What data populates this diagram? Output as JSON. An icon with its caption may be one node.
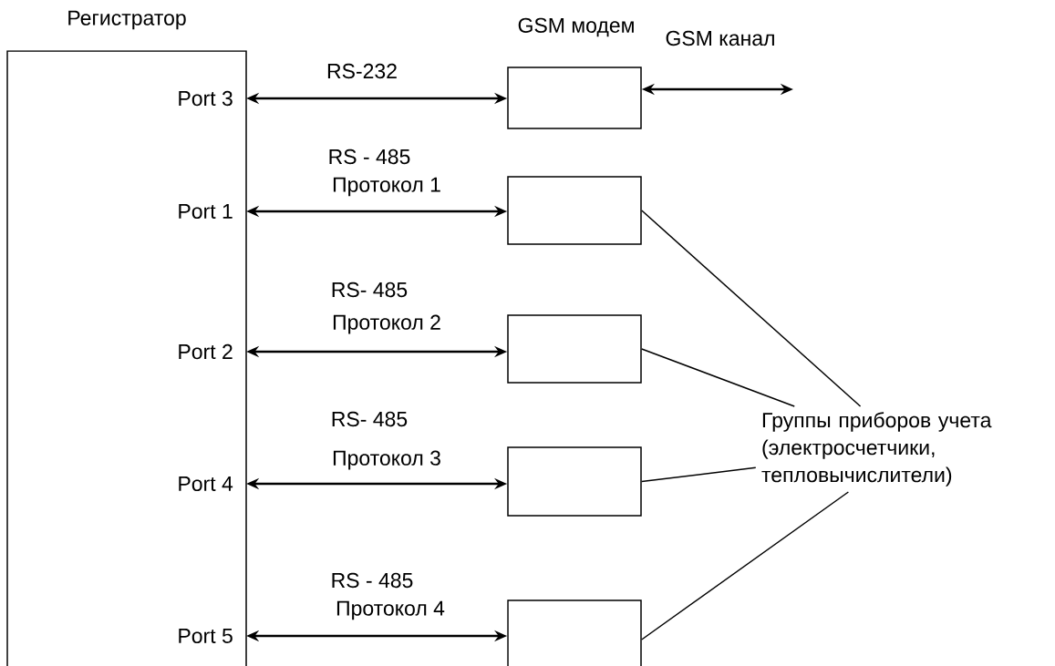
{
  "diagram": {
    "nodes": [
      {
        "text": [
          "Регистратор"
        ]
      },
      {
        "text": [
          "Port 3"
        ],
        "in": 0
      },
      {
        "text": [
          "GSM  модем"
        ]
      },
      {
        "text": [
          "Port 1"
        ],
        "in": 0
      },
      {
        "text": [],
        "shape": "box"
      },
      {
        "text": [
          "Port 2"
        ],
        "in": 0
      },
      {
        "text": [],
        "shape": "box"
      },
      {
        "text": [
          "Port 4"
        ],
        "in": 0
      },
      {
        "text": [],
        "shape": "box"
      },
      {
        "text": [
          "Port 5"
        ],
        "in": 0
      },
      {
        "text": [],
        "shape": "box"
      },
      {
        "text": [
          "Группы приборов учета (электросчетчики, тепловычислители)"
        ]
      }
    ],
    "edges": [
      {
        "from": 1,
        "to": 2,
        "arrow": "both",
        "label": "RS-232"
      },
      {
        "from": 2,
        "to": null,
        "arrow": "both",
        "label": "GSM  канал"
      },
      {
        "from": 3,
        "to": 4,
        "arrow": "both",
        "label": "Протокол 1"
      },
      {
        "from": 5,
        "to": 6,
        "arrow": "both",
        "label": "Протокол 2"
      },
      {
        "from": 7,
        "to": 8,
        "arrow": "both",
        "label": "Протокол 3"
      },
      {
        "from": 9,
        "to": 10,
        "arrow": "both",
        "label": "Протокол 4"
      },
      {
        "from": 4,
        "to": 11,
        "arrow": "none"
      },
      {
        "from": 6,
        "to": 11,
        "arrow": "none"
      },
      {
        "from": 8,
        "to": 11,
        "arrow": "none"
      },
      {
        "from": 10,
        "to": 11,
        "arrow": "none"
      }
    ],
    "labels": [
      "RS - 485",
      "RS- 485",
      "RS- 485",
      "RS - 485"
    ]
  }
}
